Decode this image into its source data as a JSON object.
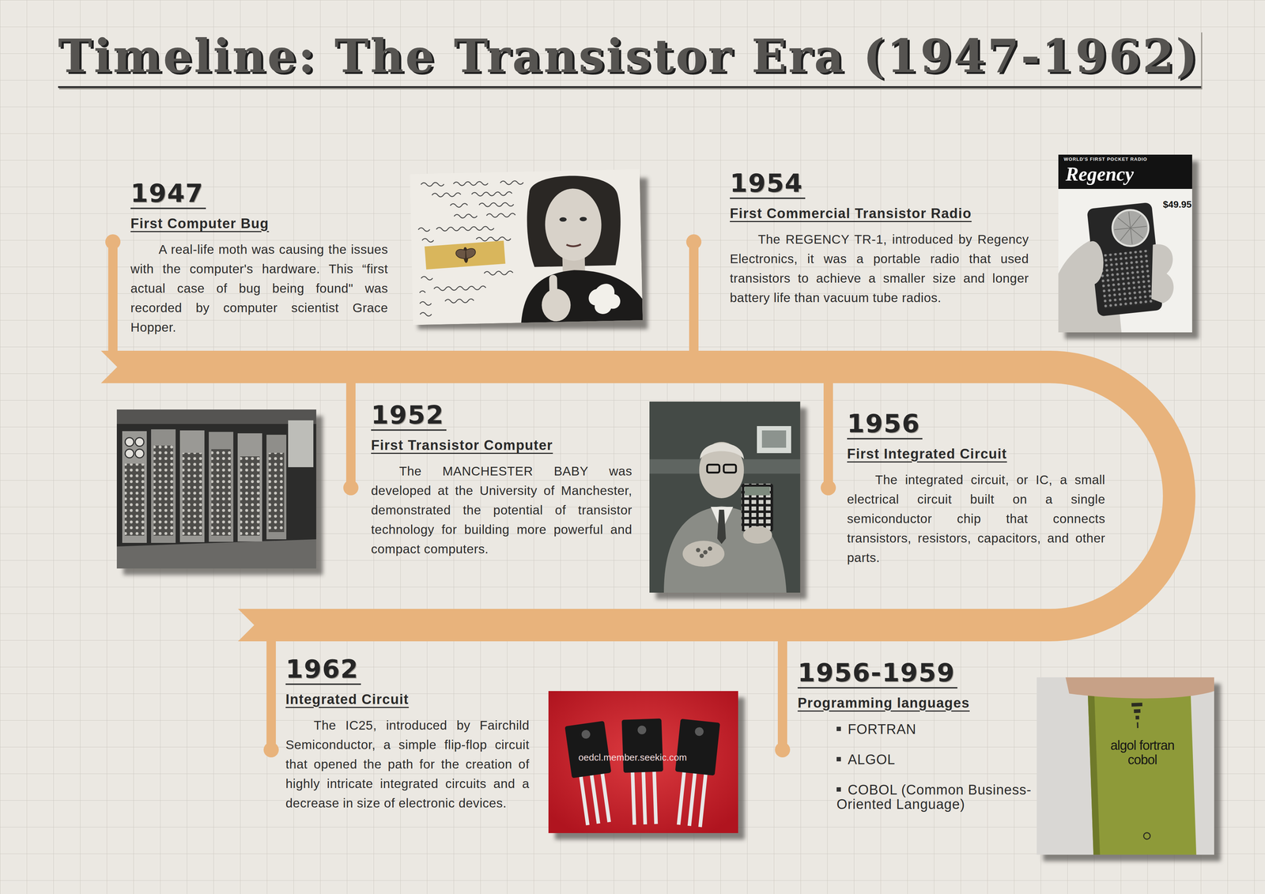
{
  "diagram": {
    "title": "Timeline: The Transistor Era (1947-1962)",
    "nodes": [
      {
        "text": [
          "1947",
          "First Computer Bug",
          "A real-life moth was causing the issues with the computer's hardware. This “first actual case of bug being found\" was recorded by computer scientist Grace Hopper."
        ]
      },
      {
        "text": [
          "1954",
          "First Commercial Transistor Radio",
          "The REGENCY TR-1, introduced by Regency Electronics, it was a portable radio that used transistors to achieve a smaller size and longer battery life than vacuum tube radios."
        ]
      },
      {
        "text": [
          "1952",
          "First Transistor Computer",
          "The MANCHESTER BABY was developed at the University of Manchester, demonstrated the potential of transistor technology for building more powerful and compact computers."
        ]
      },
      {
        "text": [
          "1956",
          "First Integrated Circuit",
          "The integrated circuit, or IC, a small electrical circuit built on a single semiconductor chip that connects transistors, resistors, capacitors, and other parts."
        ]
      },
      {
        "text": [
          "1962",
          "Integrated Circuit",
          "The IC25, introduced by Fairchild Semiconductor, a simple flip-flop circuit that opened the path for the creation of highly intricate integrated circuits and a decrease in size of electronic devices."
        ]
      },
      {
        "text": [
          "1956-1959",
          "Programming languages",
          "FORTRAN",
          "ALGOL",
          "COBOL (Common Business-Oriented Language)"
        ]
      }
    ],
    "labels": [
      "WORLD'S FIRST POCKET RADIO",
      "Regency",
      "$49.95",
      "oedcl.member.seekic.com",
      "algol fortran cobol"
    ]
  }
}
